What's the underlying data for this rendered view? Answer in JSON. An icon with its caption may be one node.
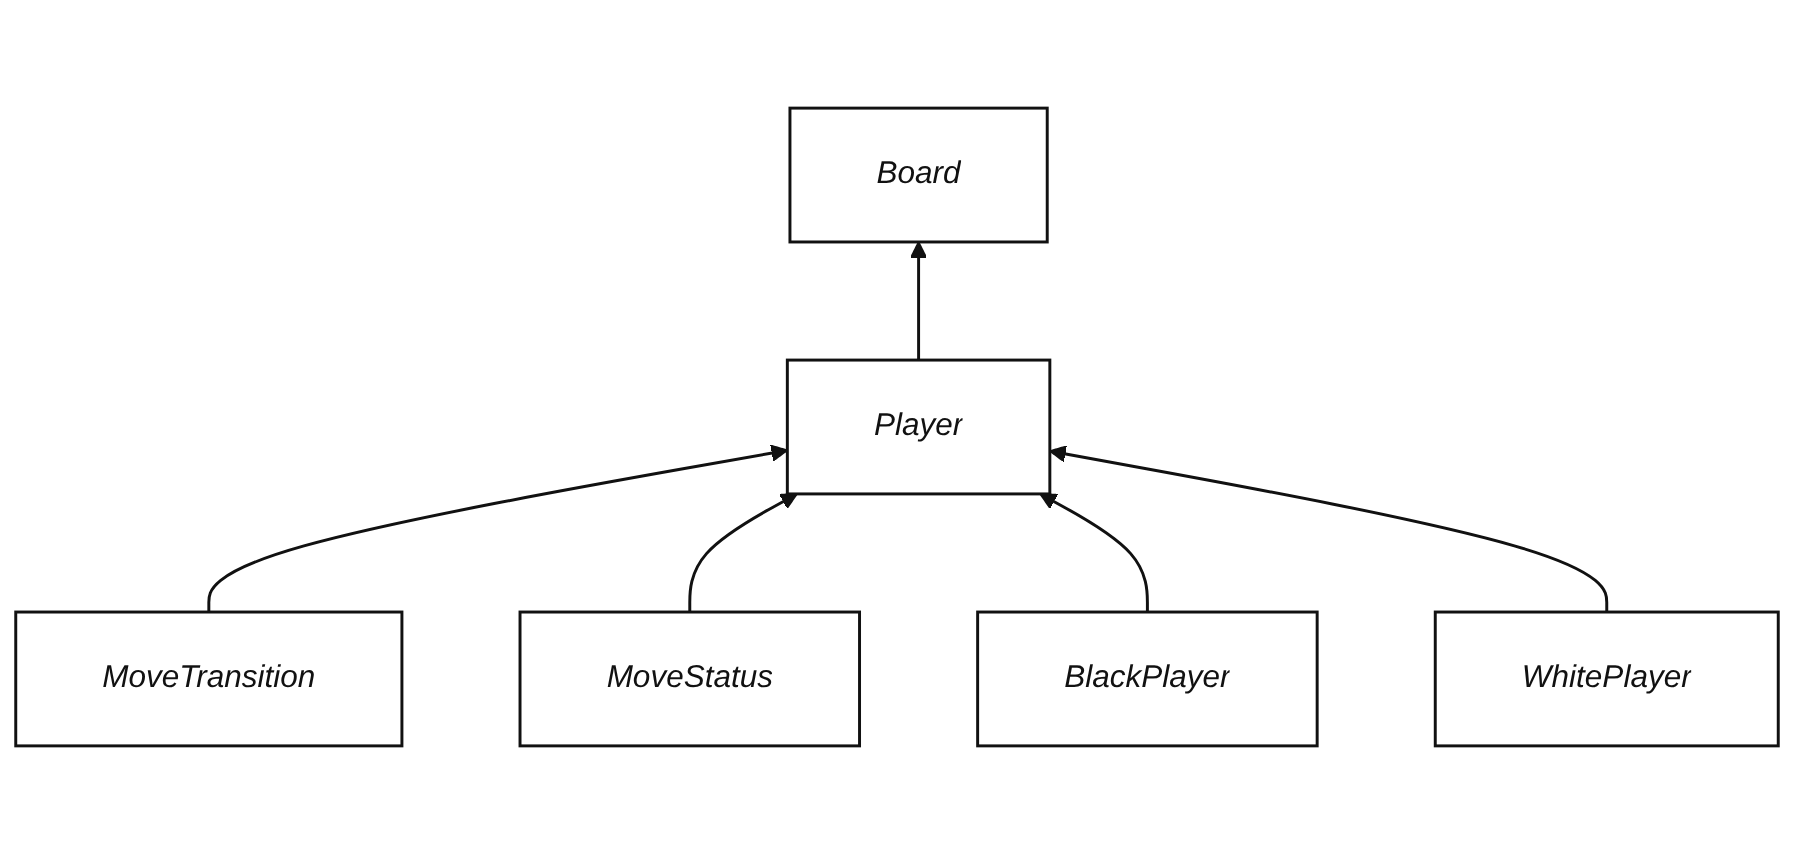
{
  "diagram": {
    "nodes": [
      {
        "text": [
          "Board"
        ]
      },
      {
        "text": [
          "MoveTransition"
        ]
      },
      {
        "text": [
          "Player"
        ]
      },
      {
        "text": [
          "MoveStatus"
        ]
      },
      {
        "text": [
          "BlackPlayer"
        ]
      },
      {
        "text": [
          "WhitePlayer"
        ]
      }
    ],
    "edges": [
      {
        "from": 2,
        "to": 0,
        "arrow": "to"
      },
      {
        "from": 1,
        "to": 2,
        "arrow": "to"
      },
      {
        "from": 3,
        "to": 2,
        "arrow": "to"
      },
      {
        "from": 4,
        "to": 2,
        "arrow": "to"
      },
      {
        "from": 5,
        "to": 2,
        "arrow": "to"
      }
    ]
  }
}
